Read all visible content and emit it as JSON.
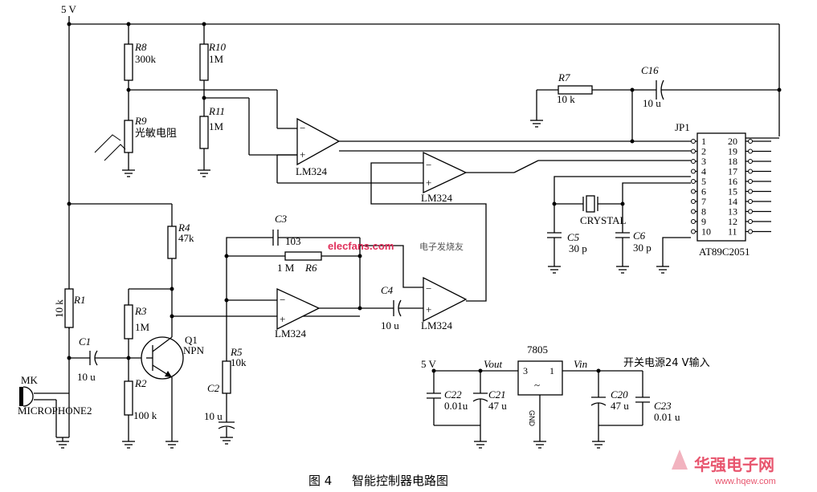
{
  "supply": {
    "vcc_main": "5 V",
    "vcc_reg": "5 V"
  },
  "resistors": {
    "r8": {
      "ref": "R8",
      "value": "300k"
    },
    "r10": {
      "ref": "R10",
      "value": "1M"
    },
    "r9": {
      "ref": "R9",
      "value": "光敏电阻"
    },
    "r11": {
      "ref": "R11",
      "value": "1M"
    },
    "r7": {
      "ref": "R7",
      "value": "10 k"
    },
    "r4": {
      "ref": "R4",
      "value": "47k"
    },
    "r1": {
      "ref": "R1",
      "value": "10 k"
    },
    "r3": {
      "ref": "R3",
      "value": "1M"
    },
    "r2": {
      "ref": "R2",
      "value": "100 k"
    },
    "r5": {
      "ref": "R5",
      "value": "10k"
    },
    "r6": {
      "ref": "R6",
      "value": "1 M"
    }
  },
  "capacitors": {
    "c16": {
      "ref": "C16",
      "value": "10 u"
    },
    "c3": {
      "ref": "C3",
      "value": "103"
    },
    "c4": {
      "ref": "C4",
      "value": "10 u"
    },
    "c1": {
      "ref": "C1",
      "value": "10 u"
    },
    "c2": {
      "ref": "C2",
      "value": "10 u"
    },
    "c5": {
      "ref": "C5",
      "value": "30 p"
    },
    "c6": {
      "ref": "C6",
      "value": "30 p"
    },
    "c22": {
      "ref": "C22",
      "value": "0.01u"
    },
    "c21": {
      "ref": "C21",
      "value": "47 u"
    },
    "c20": {
      "ref": "C20",
      "value": "47 u"
    },
    "c23": {
      "ref": "C23",
      "value": "0.01 u"
    }
  },
  "opamps": {
    "u1": "LM324",
    "u2": "LM324",
    "u3": "LM324",
    "u4": "LM324"
  },
  "transistor": {
    "ref": "Q1",
    "type": "NPN"
  },
  "crystal": {
    "label": "CRYSTAL"
  },
  "mic": {
    "ref": "MK",
    "name": "MICROPHONE2"
  },
  "mcu": {
    "ref": "JP1",
    "part": "AT89C2051",
    "left_pins": [
      "1",
      "2",
      "3",
      "4",
      "5",
      "6",
      "7",
      "8",
      "9",
      "10"
    ],
    "right_pins": [
      "20",
      "19",
      "18",
      "17",
      "16",
      "15",
      "14",
      "13",
      "12",
      "11"
    ]
  },
  "regulator": {
    "part": "7805",
    "pin_in": "1",
    "pin_out": "3",
    "pin_gnd": "GND",
    "vout": "Vout",
    "vin": "Vin",
    "input_note": "开关电源24 V输入"
  },
  "watermark": {
    "site": "elecfans.com",
    "site_cn": "电子发烧友"
  },
  "logo": {
    "name": "华强电子网",
    "url": "www.hqew.com"
  },
  "caption": {
    "fig": "图 4",
    "title": "智能控制器电路图"
  }
}
